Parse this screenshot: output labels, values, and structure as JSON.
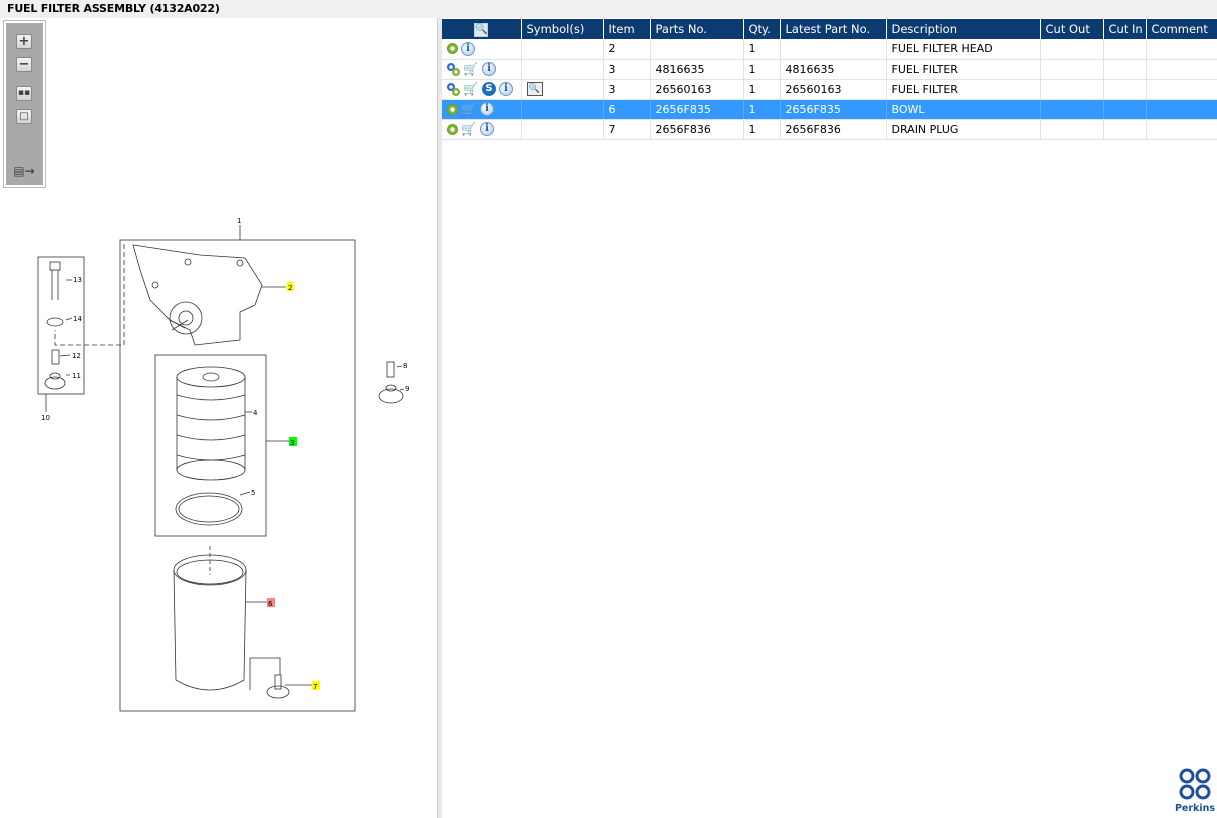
{
  "title": "FUEL FILTER ASSEMBLY (4132A022)",
  "toolbar": {
    "zoom_in": "zoom-in",
    "zoom_out": "zoom-out",
    "fit": "fit-all",
    "actual": "actual-size",
    "toggle": "toggle-panel"
  },
  "table": {
    "headers": [
      "",
      "Symbol(s)",
      "Item",
      "Parts No.",
      "Qty.",
      "Latest Part No.",
      "Description",
      "Cut Out",
      "Cut In",
      "Comment"
    ],
    "rows": [
      {
        "icons": [
          "gear",
          "info"
        ],
        "symbol": "",
        "item": "2",
        "part": "",
        "qty": "1",
        "latest": "",
        "desc": "FUEL FILTER HEAD",
        "cutout": "",
        "cutin": "",
        "comment": ""
      },
      {
        "icons": [
          "gears",
          "cart",
          "info"
        ],
        "symbol": "",
        "item": "3",
        "part": "4816635",
        "qty": "1",
        "latest": "4816635",
        "desc": "FUEL FILTER",
        "cutout": "",
        "cutin": "",
        "comment": ""
      },
      {
        "icons": [
          "gears",
          "cart",
          "s",
          "info"
        ],
        "symbol": "book",
        "item": "3",
        "part": "26560163",
        "qty": "1",
        "latest": "26560163",
        "desc": "FUEL FILTER",
        "cutout": "",
        "cutin": "",
        "comment": ""
      },
      {
        "icons": [
          "gear",
          "cart",
          "info"
        ],
        "symbol": "",
        "item": "6",
        "part": "2656F835",
        "qty": "1",
        "latest": "2656F835",
        "desc": "BOWL",
        "cutout": "",
        "cutin": "",
        "comment": "",
        "selected": true
      },
      {
        "icons": [
          "gear",
          "cart",
          "info"
        ],
        "symbol": "",
        "item": "7",
        "part": "2656F836",
        "qty": "1",
        "latest": "2656F836",
        "desc": "DRAIN PLUG",
        "cutout": "",
        "cutin": "",
        "comment": ""
      }
    ]
  },
  "diagram": {
    "callouts": [
      "1",
      "2",
      "3",
      "4",
      "5",
      "6",
      "7",
      "8",
      "9",
      "10",
      "11",
      "12",
      "13",
      "14"
    ]
  },
  "colors": {
    "header": "#0b3b70",
    "selected": "#3399ff",
    "hl_yellow": "#ffff00",
    "hl_green": "#00ff00",
    "hl_red": "#ff8080"
  },
  "logo": {
    "text": "Perkins"
  }
}
